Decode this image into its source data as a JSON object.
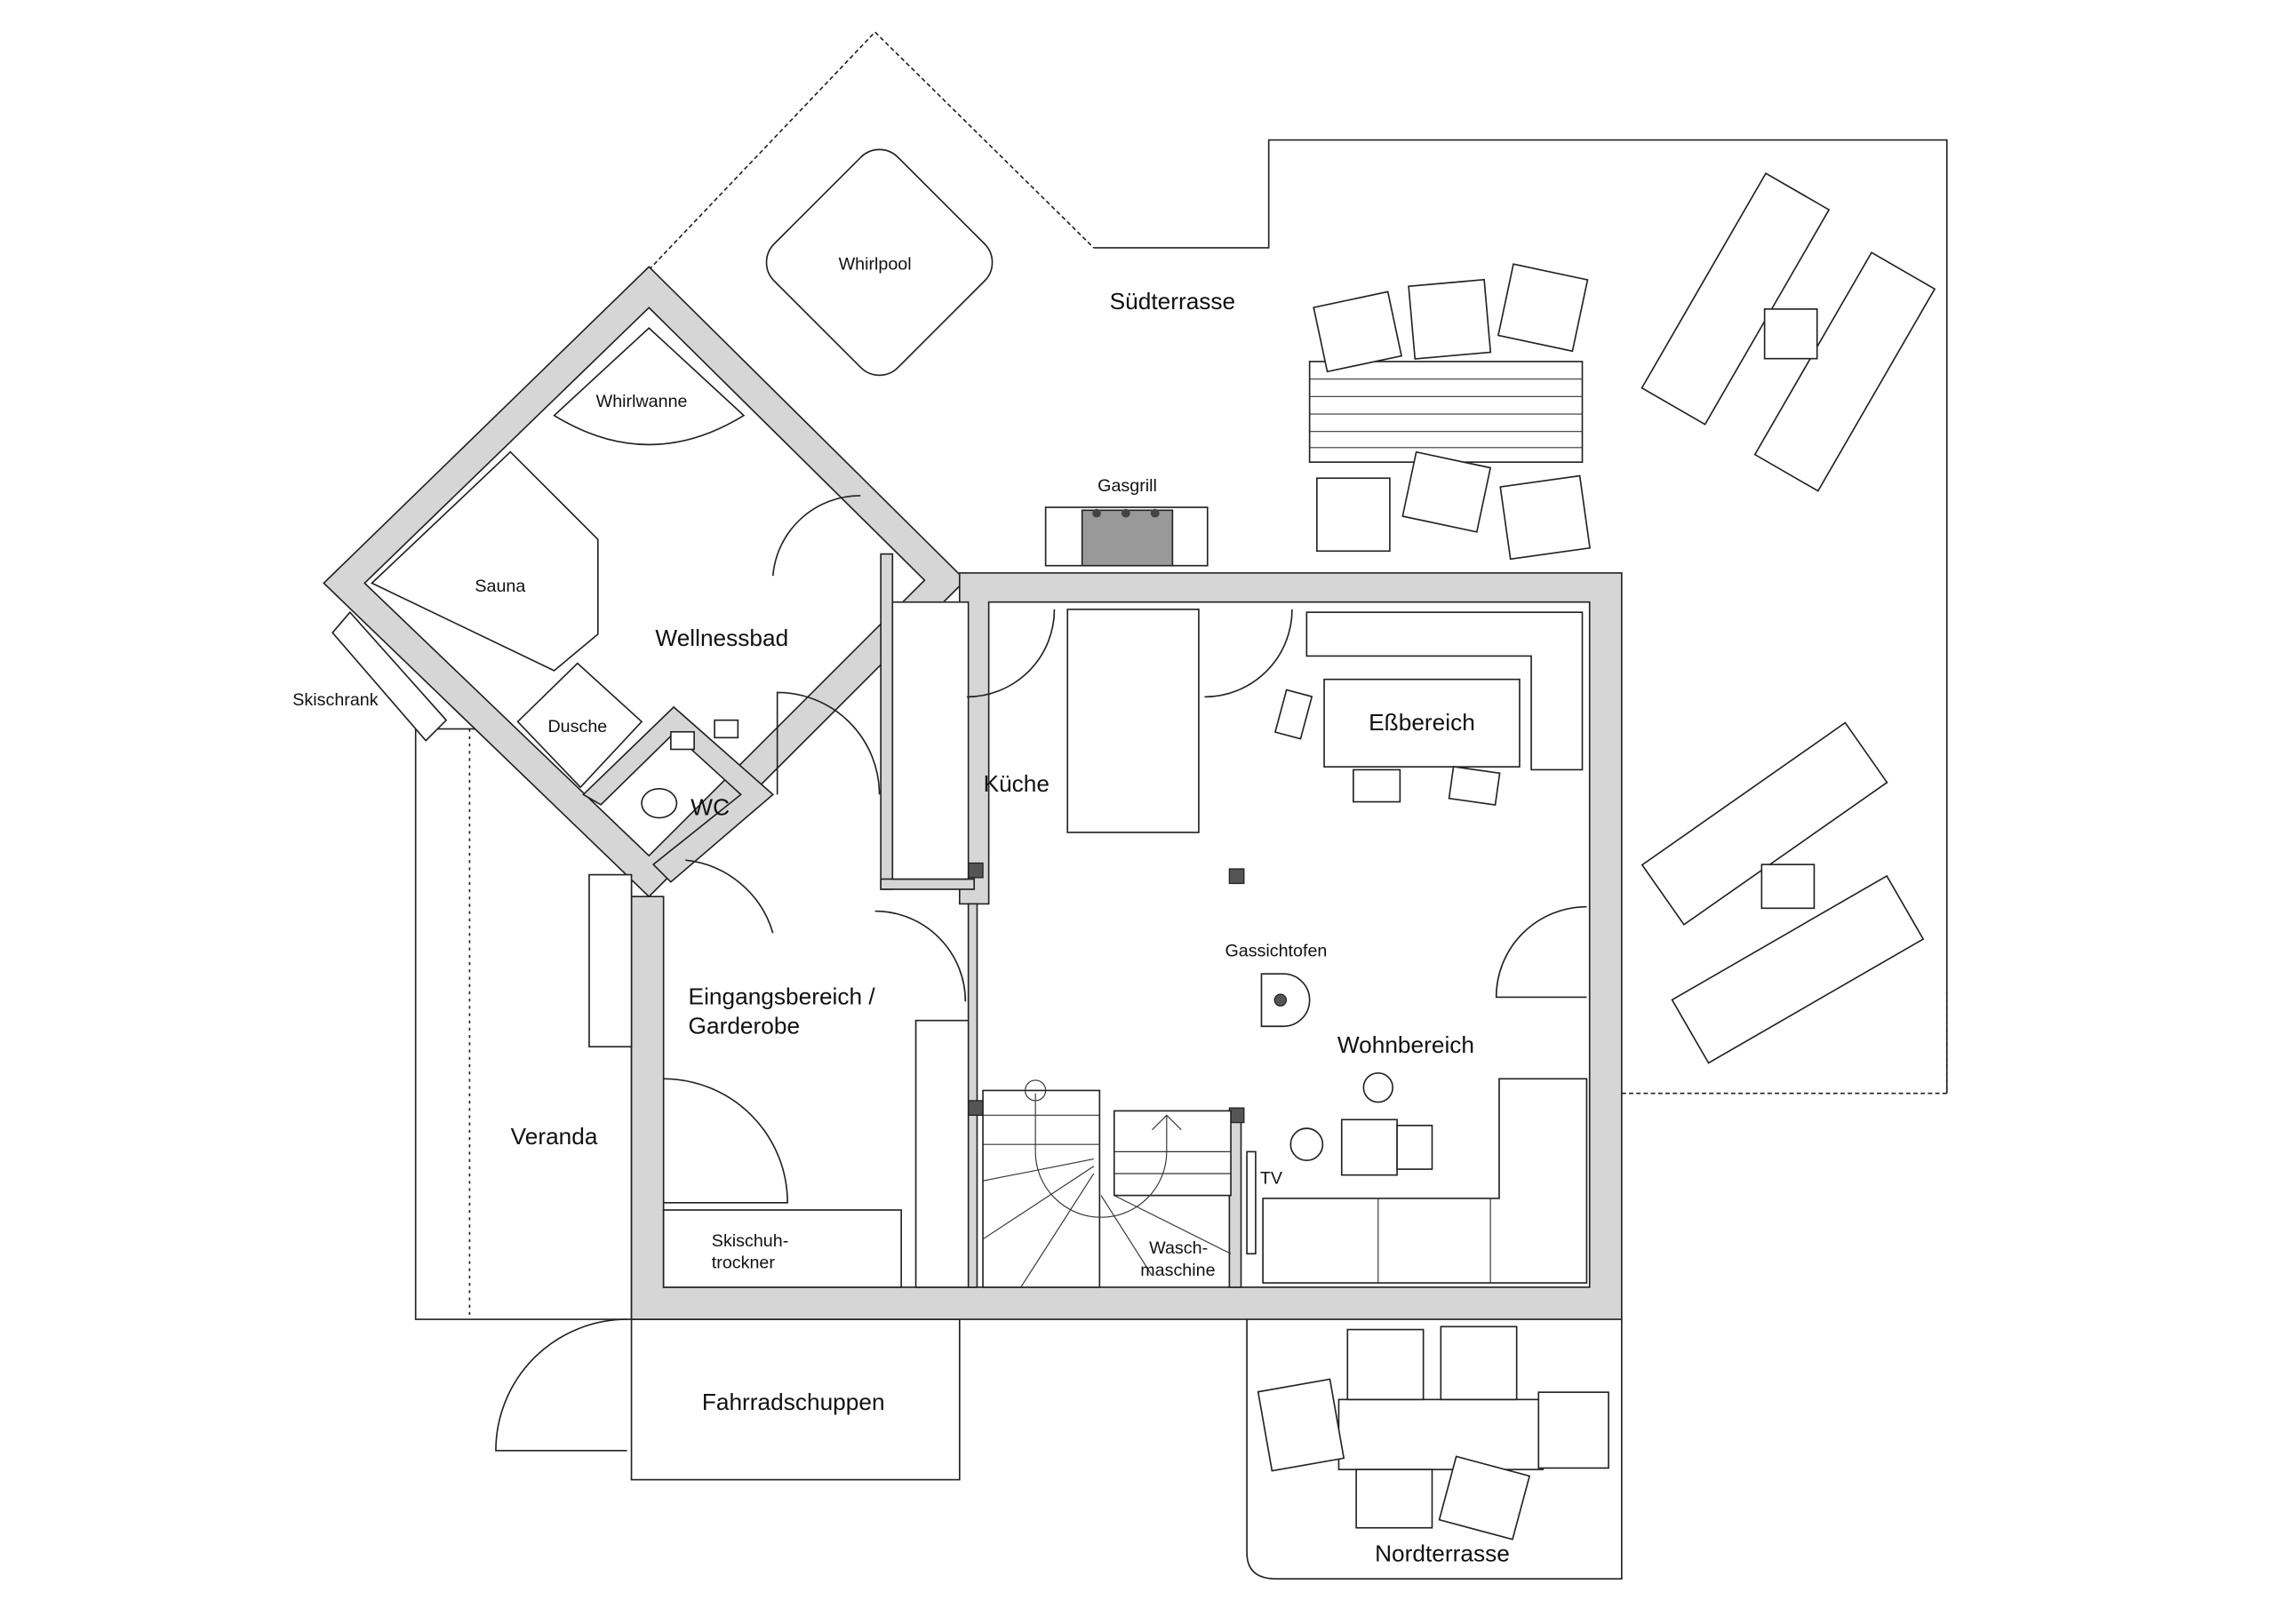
{
  "plan": {
    "rooms": {
      "whirlpool": "Whirlpool",
      "suedterrasse": "Südterrasse",
      "whirlwanne": "Whirlwanne",
      "gasgrill": "Gasgrill",
      "sauna": "Sauna",
      "wellnessbad": "Wellnessbad",
      "skischrank": "Skischrank",
      "dusche": "Dusche",
      "essbereich": "Eßbereich",
      "kueche": "Küche",
      "wc": "WC",
      "gassichtofen": "Gassichtofen",
      "eingang_line1": "Eingangsbereich /",
      "eingang_line2": "Garderobe",
      "wohnbereich": "Wohnbereich",
      "veranda": "Veranda",
      "tv": "TV",
      "skischuh_line1": "Skischuh-",
      "skischuh_line2": "trockner",
      "wasch_line1": "Wasch-",
      "wasch_line2": "maschine",
      "fahrradschuppen": "Fahrradschuppen",
      "nordterrasse": "Nordterrasse"
    },
    "colors": {
      "wall": "#d6d6d6",
      "line": "#222222",
      "column": "#555555"
    }
  }
}
